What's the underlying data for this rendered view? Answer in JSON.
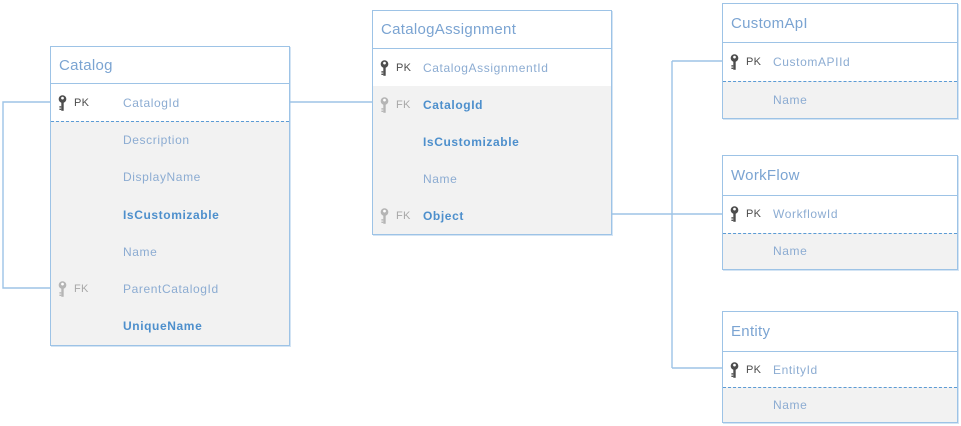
{
  "diagram": {
    "type": "entity-relationship",
    "colors": {
      "background": "#FFFFFF",
      "table_border": "#9DC3E6",
      "connector": "#9DC3E6",
      "header_text": "#7BA4D2",
      "attribute_text": "#8CACD2",
      "attribute_bold_text": "#4D8FCC",
      "dashed_separator": "#5B9BD5",
      "section_fill": "#F2F2F2",
      "pk_icon": "#4D4D4D",
      "fk_icon": "#B5B5B5"
    },
    "tables": [
      {
        "name": "Catalog",
        "columns": [
          {
            "key": "PK",
            "name": "CatalogId"
          },
          {
            "name": "Description"
          },
          {
            "name": "DisplayName"
          },
          {
            "name": "IsCustomizable"
          },
          {
            "name": "Name"
          },
          {
            "key": "FK",
            "name": "ParentCatalogId"
          },
          {
            "name": "UniqueName"
          }
        ]
      },
      {
        "name": "CatalogAssignment",
        "columns": [
          {
            "key": "PK",
            "name": "CatalogAssignmentId"
          },
          {
            "key": "FK",
            "name": "CatalogId"
          },
          {
            "name": "IsCustomizable"
          },
          {
            "name": "Name"
          },
          {
            "key": "FK",
            "name": "Object"
          }
        ]
      },
      {
        "name": "CustomApI",
        "columns": [
          {
            "key": "PK",
            "name": "CustomAPIId"
          },
          {
            "name": "Name"
          }
        ]
      },
      {
        "name": "WorkFlow",
        "columns": [
          {
            "key": "PK",
            "name": "WorkflowId"
          },
          {
            "name": "Name"
          }
        ]
      },
      {
        "name": "Entity",
        "columns": [
          {
            "key": "PK",
            "name": "EntityId"
          },
          {
            "name": "Name"
          }
        ]
      }
    ],
    "relationships": [
      {
        "from": "Catalog.ParentCatalogId",
        "to": "Catalog.CatalogId"
      },
      {
        "from": "CatalogAssignment.CatalogId",
        "to": "Catalog.CatalogId"
      },
      {
        "from": "CatalogAssignment.Object",
        "to": "CustomApI.CustomAPIId"
      },
      {
        "from": "CatalogAssignment.Object",
        "to": "WorkFlow.WorkflowId"
      },
      {
        "from": "CatalogAssignment.Object",
        "to": "Entity.EntityId"
      }
    ]
  }
}
